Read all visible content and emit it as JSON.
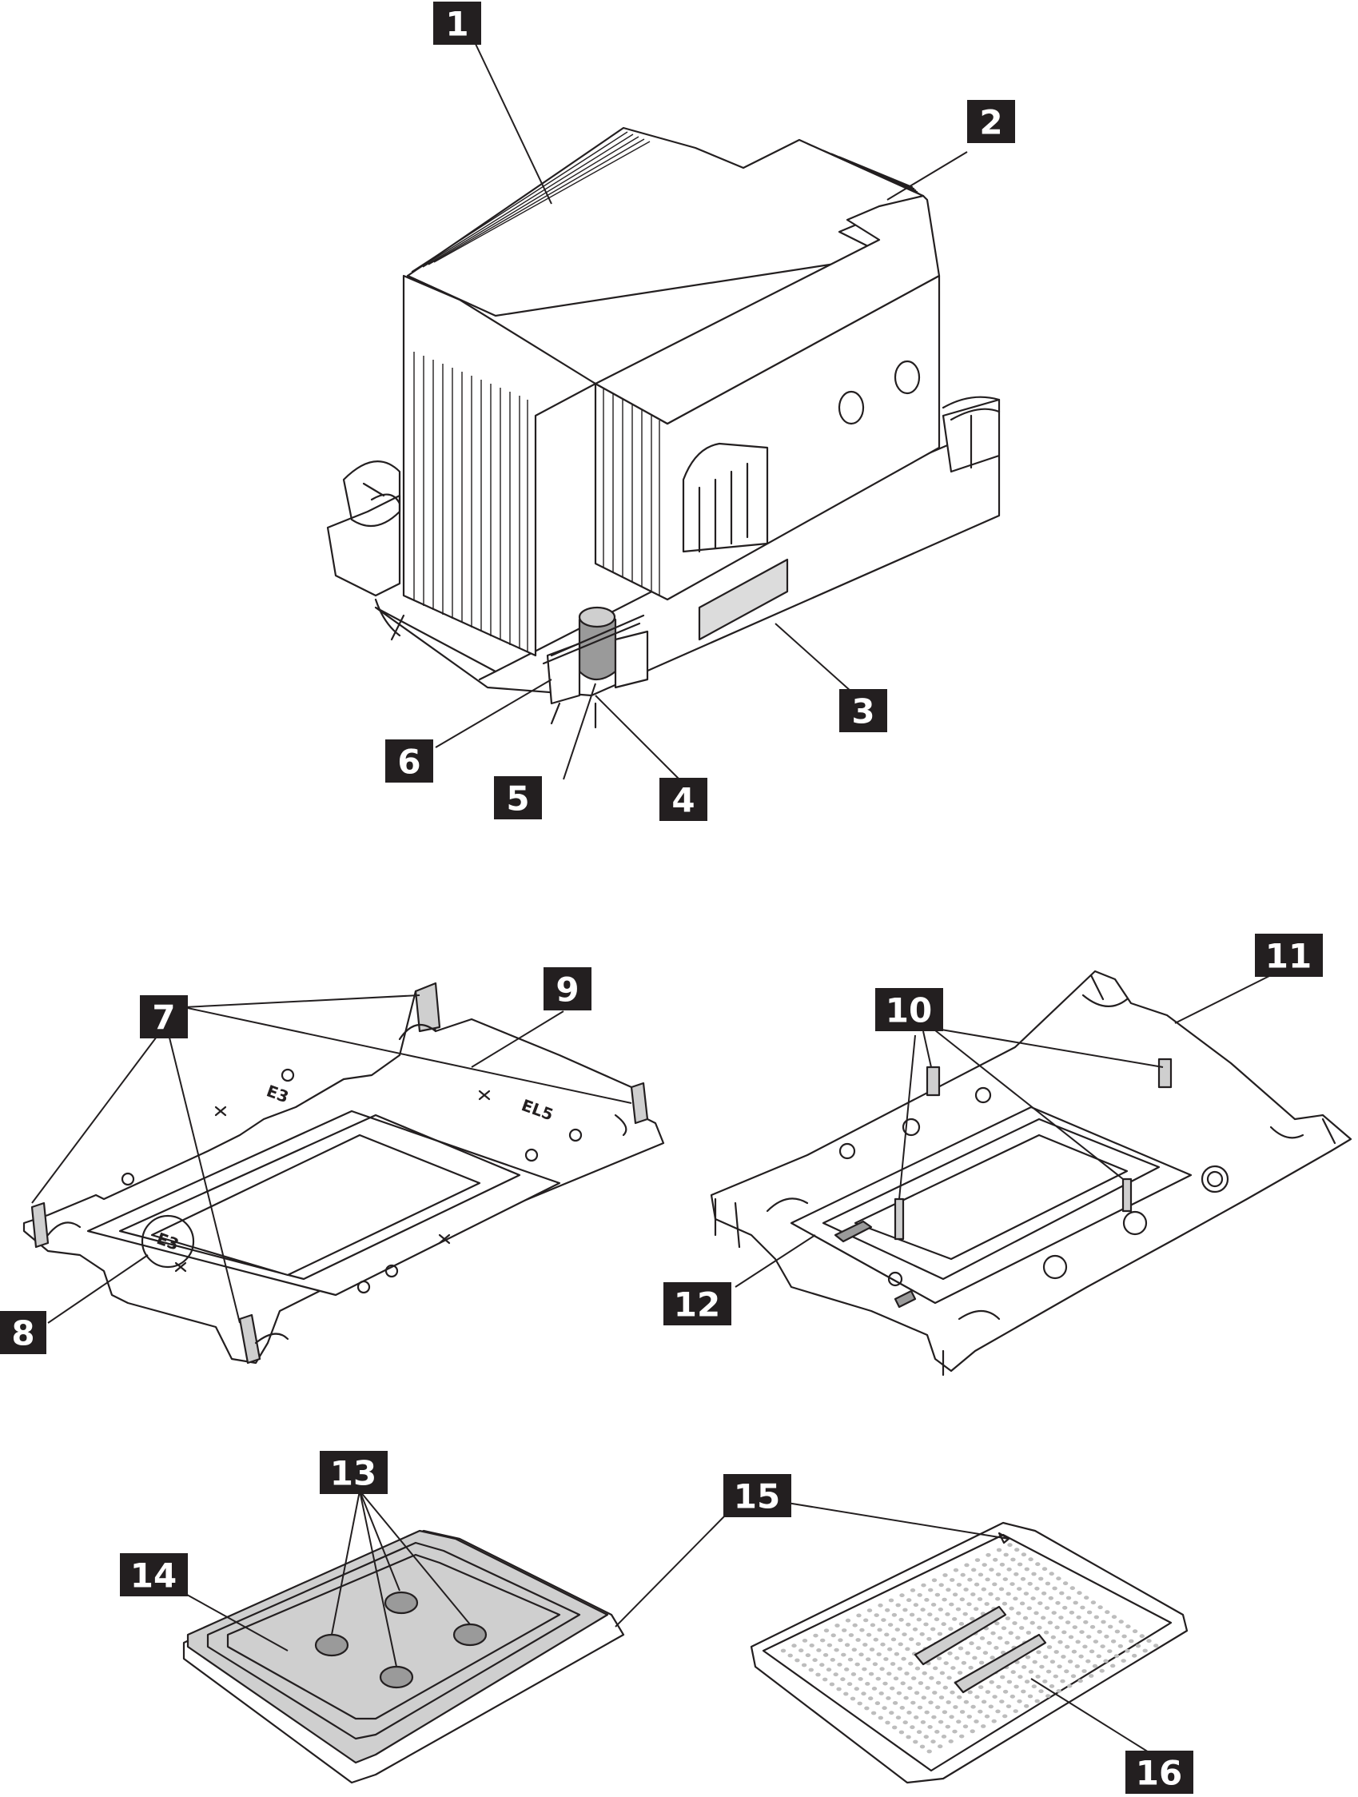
{
  "callouts": [
    {
      "id": "1",
      "label": "1"
    },
    {
      "id": "2",
      "label": "2"
    },
    {
      "id": "3",
      "label": "3"
    },
    {
      "id": "4",
      "label": "4"
    },
    {
      "id": "5",
      "label": "5"
    },
    {
      "id": "6",
      "label": "6"
    },
    {
      "id": "7",
      "label": "7"
    },
    {
      "id": "8",
      "label": "8"
    },
    {
      "id": "9",
      "label": "9"
    },
    {
      "id": "10",
      "label": "10"
    },
    {
      "id": "11",
      "label": "11"
    },
    {
      "id": "12",
      "label": "12"
    },
    {
      "id": "13",
      "label": "13"
    },
    {
      "id": "14",
      "label": "14"
    },
    {
      "id": "15",
      "label": "15"
    },
    {
      "id": "16",
      "label": "16"
    }
  ],
  "carrier_markings": {
    "mark_a": "E3",
    "mark_b": "E3",
    "mark_c": "EL5"
  }
}
